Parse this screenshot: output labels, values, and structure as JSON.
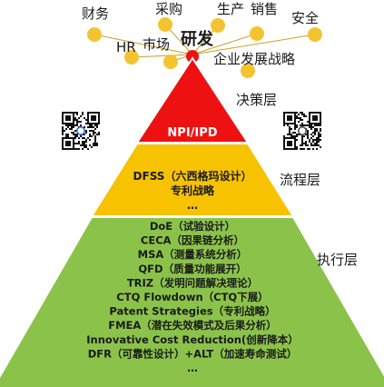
{
  "colors": {
    "top_layer": "#ee1111",
    "middle_layer": "#f7c200",
    "bottom_layer": "#8bc34a",
    "bubble": "#f4c430",
    "layer_border": "#ffffff",
    "top_text": "#ffffff",
    "dark_text": "#1a1a1a"
  },
  "departments": [
    "财务",
    "采购",
    "生产",
    "销售",
    "安全",
    "HR",
    "市场"
  ],
  "center_label": "研发",
  "strategy_label": "企业发展战略",
  "layers": {
    "decision": {
      "label": "决策层",
      "lines": [
        "NPI/IPD"
      ]
    },
    "process": {
      "label": "流程层",
      "lines": [
        "DFSS（六西格玛设计）",
        "专利战略",
        "…"
      ]
    },
    "execution": {
      "label": "执行层",
      "lines": [
        "DoE（试验设计）",
        "CECA（因果链分析）",
        "MSA（测量系统分析）",
        "QFD（质量功能展开）",
        "TRIZ（发明问题解决理论）",
        "CTQ Flowdown（CTQ下展）",
        "Patent Strategies（专利战略）",
        "FMEA（潜在失效模式及后果分析）",
        "Innovative Cost Reduction(创新降本）",
        "DFR（可靠性设计）+ALT（加速寿命测试）",
        "…"
      ]
    }
  },
  "qr_codes": [
    "qr-code-left",
    "qr-code-right"
  ]
}
